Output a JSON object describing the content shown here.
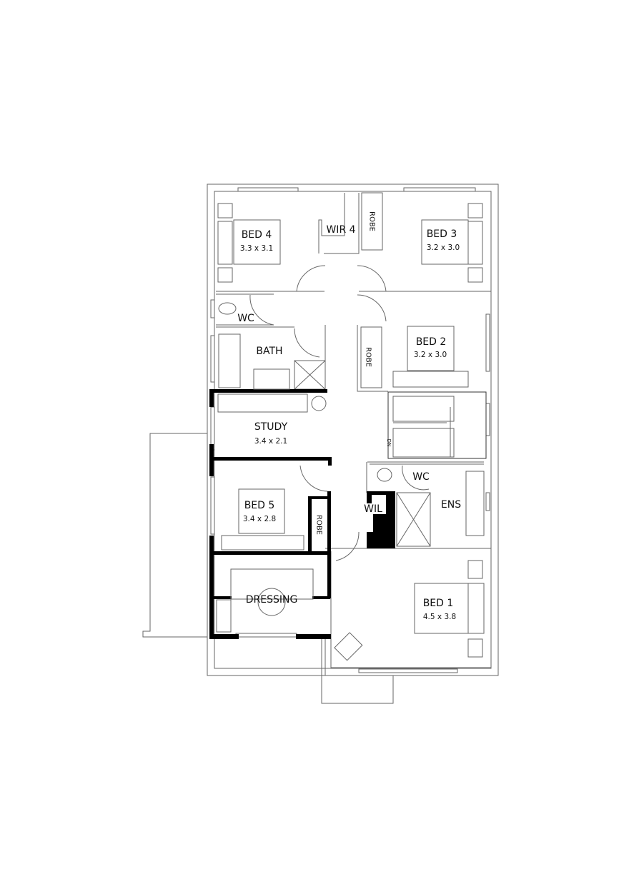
{
  "plan": {
    "rooms": [
      {
        "name": "BED 4",
        "size": "3.3 x 3.1"
      },
      {
        "name": "WIR 4"
      },
      {
        "name": "ROBE"
      },
      {
        "name": "BED 3",
        "size": "3.2 x 3.0"
      },
      {
        "name": "WC"
      },
      {
        "name": "BATH"
      },
      {
        "name": "ROBE"
      },
      {
        "name": "BED 2",
        "size": "3.2 x 3.0"
      },
      {
        "name": "STUDY",
        "size": "3.4 x 2.1"
      },
      {
        "name": "BED 5",
        "size": "3.4 x 2.8"
      },
      {
        "name": "ROBE"
      },
      {
        "name": "WC"
      },
      {
        "name": "WIL"
      },
      {
        "name": "ENS"
      },
      {
        "name": "DRESSING"
      },
      {
        "name": "BED 1",
        "size": "4.5 x 3.8"
      }
    ],
    "stair_label": "DN"
  }
}
